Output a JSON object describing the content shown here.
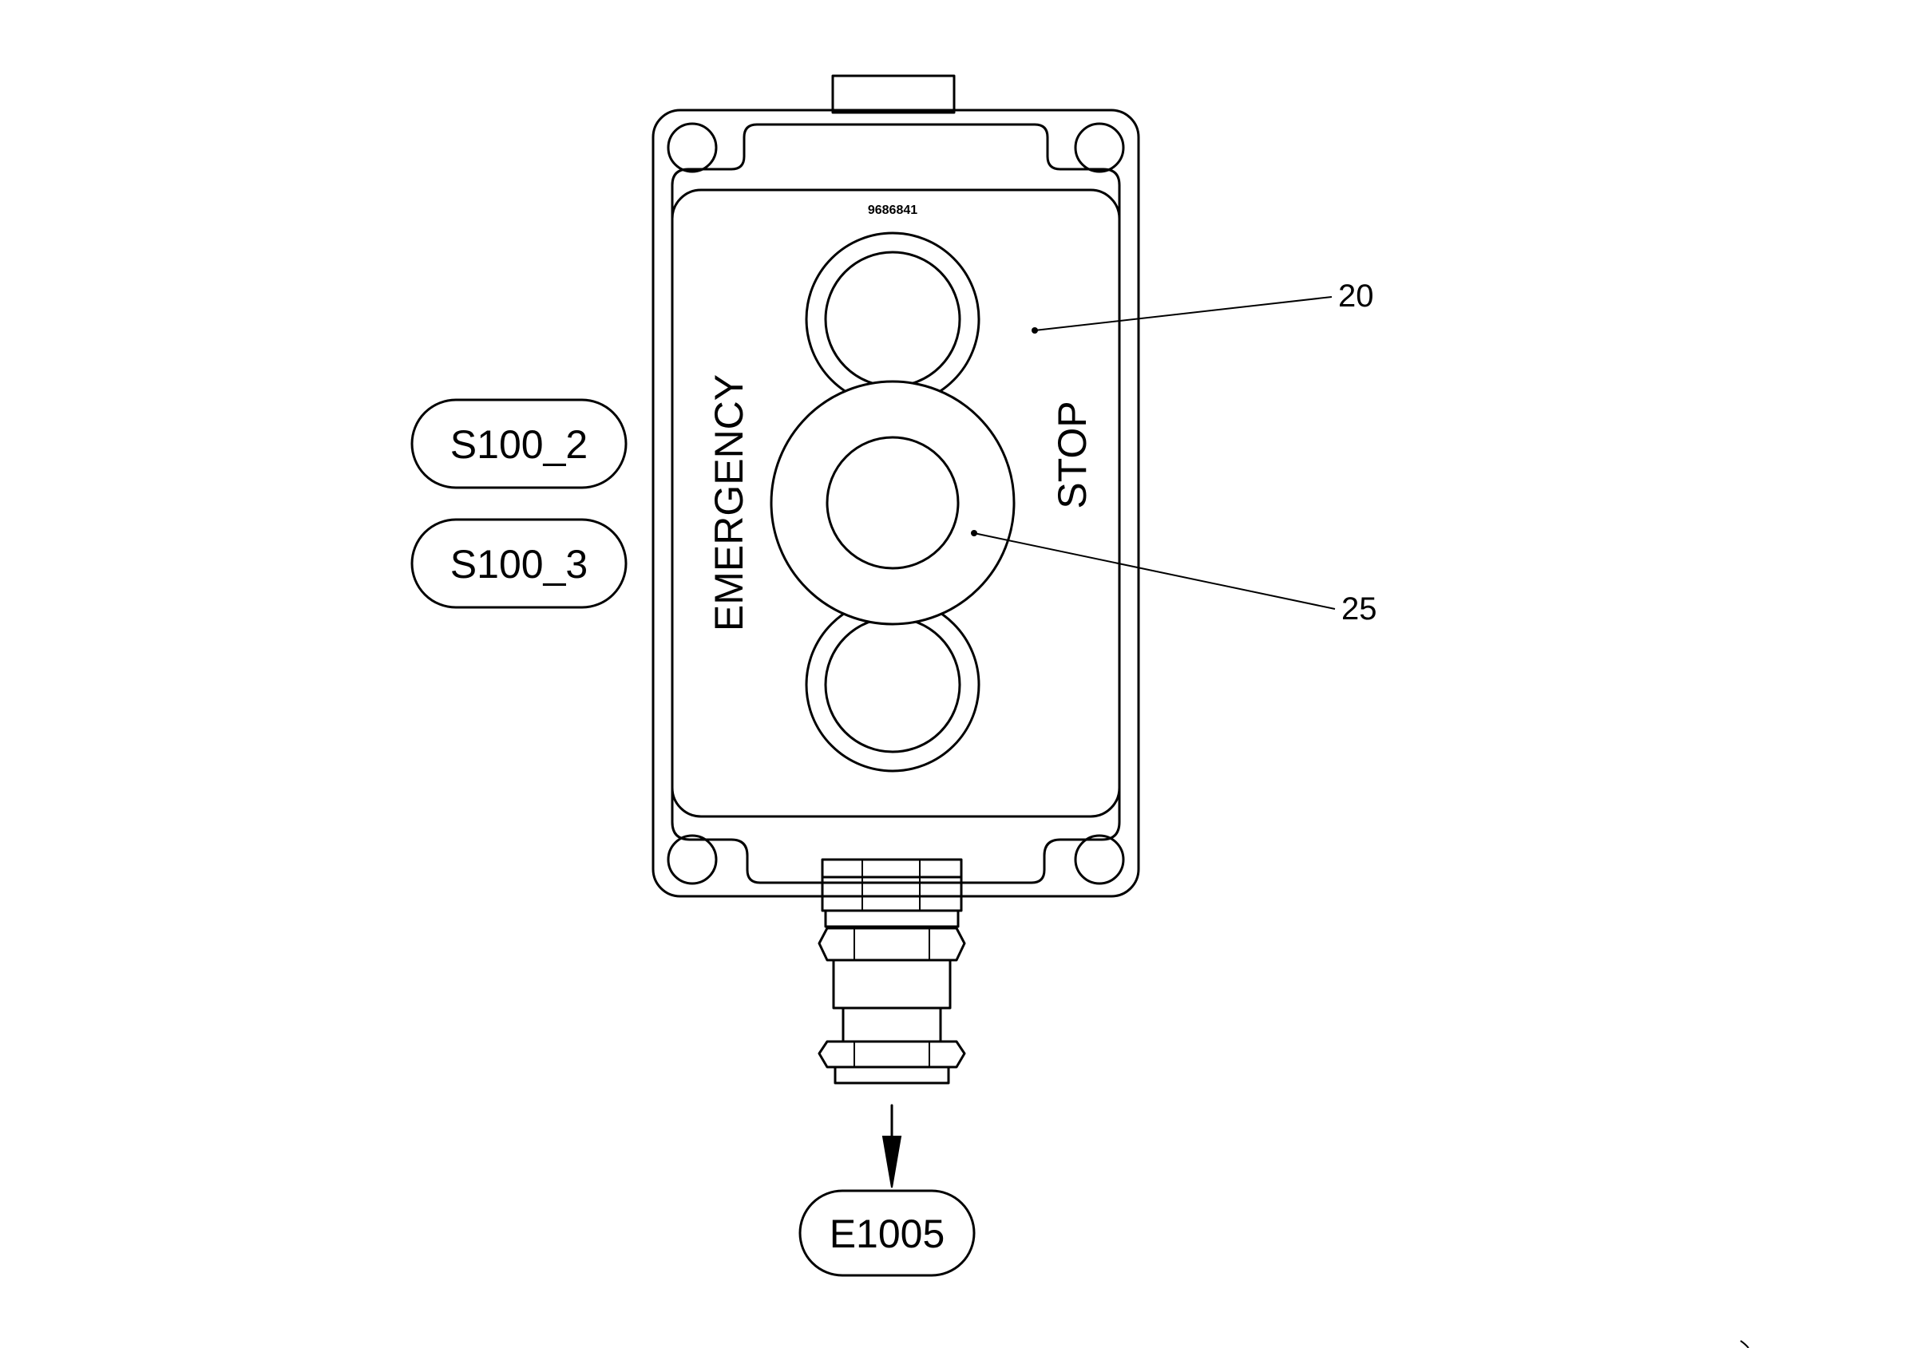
{
  "diagram": {
    "part_number": "9686841",
    "panel_labels": {
      "left": "EMERGENCY",
      "right": "STOP"
    },
    "callouts": {
      "top": "20",
      "middle": "25"
    },
    "wire_tags": {
      "first": "S100_2",
      "second": "S100_3"
    },
    "cable_destination": "E1005"
  }
}
